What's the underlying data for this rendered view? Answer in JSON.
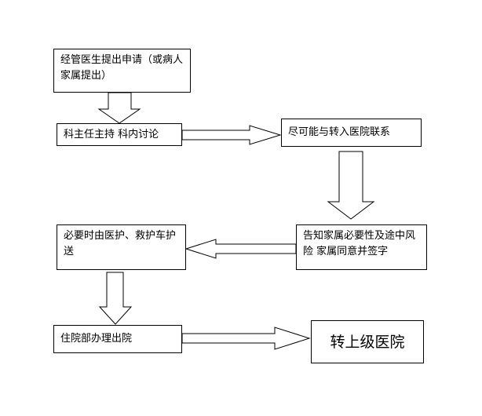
{
  "flowchart": {
    "nodes": {
      "apply": "经管医生提出申请（或病人家属提出）",
      "discuss": "科主任主持 科内讨论",
      "contact": "尽可能与转入医院联系",
      "inform": "告知家属必要性及途中风险 家属同意并签字",
      "escort": "必要时由医护、救护车护送",
      "discharge": "住院部办理出院",
      "transfer": "转上级医院"
    }
  }
}
